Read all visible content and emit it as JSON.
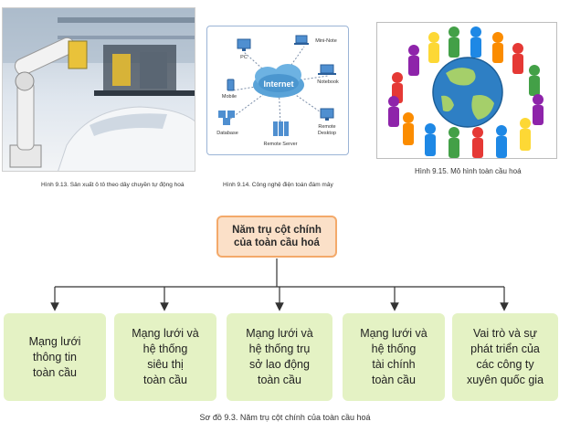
{
  "figures": [
    {
      "id": "fig-9-13",
      "caption": "Hình 9.13. Sản xuất ô tô theo dây chuyền tự động hoá"
    },
    {
      "id": "fig-9-14",
      "caption": "Hình 9.14. Công nghệ điện toán đám mây",
      "labels": {
        "cloud": "Internet",
        "pc": "PC",
        "mini_note": "Mini-Note",
        "mobile": "Mobile",
        "notebook": "Notebook",
        "database": "Database",
        "remote_server": "Remote Server",
        "remote_desktop_1": "Remote",
        "remote_desktop_2": "Desktop"
      }
    },
    {
      "id": "fig-9-15",
      "caption": "Hình 9.15. Mô hình toàn cầu hoá"
    }
  ],
  "diagram": {
    "root": "Năm trụ cột chính\ncủa toàn cầu hoá",
    "pillars": [
      "Mạng lưới\nthông tin\ntoàn cầu",
      "Mạng lưới và\nhệ thống\nsiêu thị\ntoàn cầu",
      "Mạng lưới và\nhệ thống trụ\nsở lao động\ntoàn cầu",
      "Mạng lưới và\nhệ thống\ntài chính\ntoàn cầu",
      "Vai trò và sự\nphát triển của\ncác công ty\nxuyên quốc gia"
    ],
    "caption": "Sơ đồ 9.3. Năm trụ cột chính của toàn cầu hoá"
  },
  "colors": {
    "root_fill": "#fbe0c8",
    "root_border": "#f3a96a",
    "pillar_fill": "#e4f2c4",
    "connector": "#333333"
  }
}
